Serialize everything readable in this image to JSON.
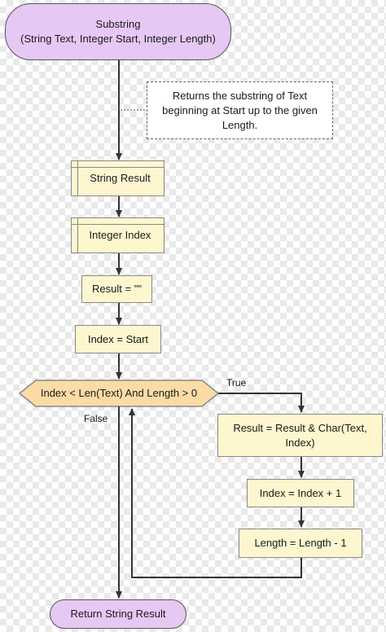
{
  "nodes": {
    "start": "Substring\n(String Text, Integer Start, Integer Length)",
    "comment": "Returns the substring of Text beginning at Start up to the given Length.",
    "declare_result": "String Result",
    "declare_index": "Integer Index",
    "assign_result": "Result = \"\"",
    "assign_index": "Index = Start",
    "decision": "Index < Len(Text) And Length > 0",
    "append_char": "Result = Result & Char(Text, Index)",
    "increment_index": "Index = Index + 1",
    "decrement_length": "Length = Length - 1",
    "end": "Return String Result"
  },
  "edges": {
    "true_label": "True",
    "false_label": "False"
  },
  "colors": {
    "terminal_fill": "#e6c8f4",
    "process_fill": "#fdf6cf",
    "decision_fill": "#fbdca6",
    "line": "#333333"
  }
}
